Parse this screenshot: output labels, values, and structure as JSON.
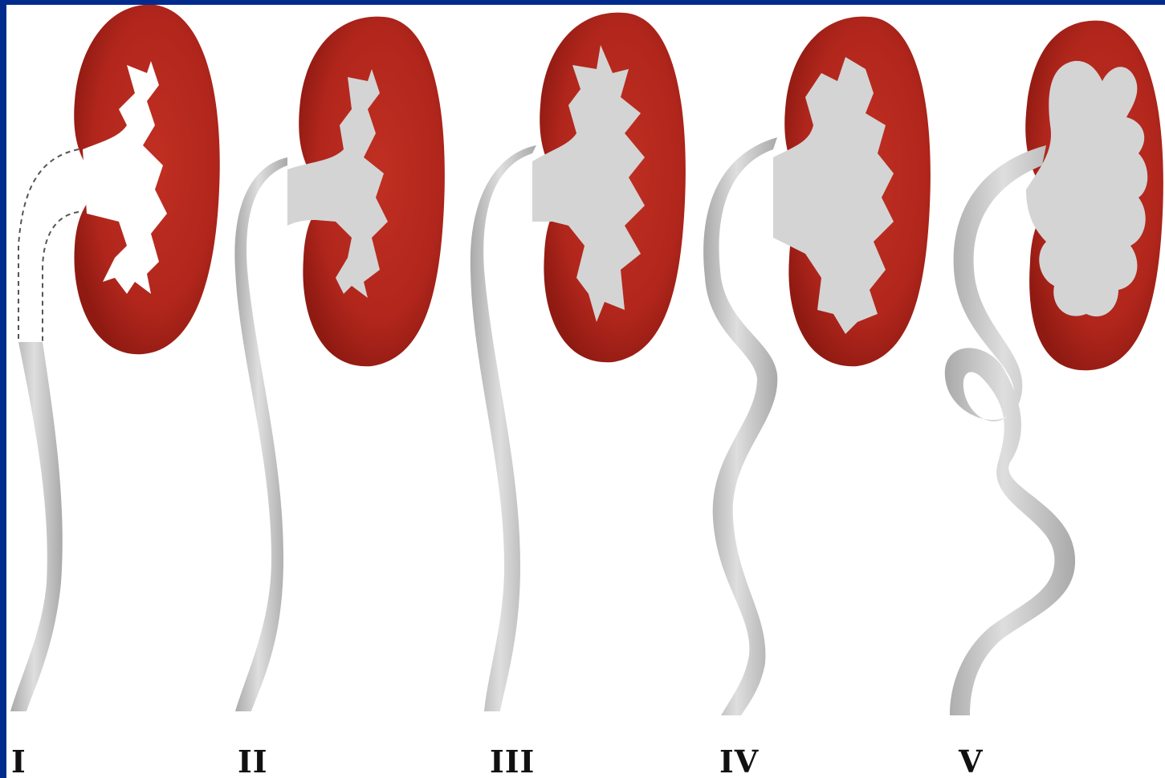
{
  "figure": {
    "grades": [
      {
        "label": "I"
      },
      {
        "label": "II"
      },
      {
        "label": "III"
      },
      {
        "label": "IV"
      },
      {
        "label": "V"
      }
    ]
  },
  "colors": {
    "background_border": "#002b8c",
    "panel": "#ffffff",
    "kidney": "#b1261c",
    "kidney_dark": "#8f1a12",
    "collecting_system": "#d4d4d4",
    "collecting_system_shadow": "#a9a9a9"
  }
}
